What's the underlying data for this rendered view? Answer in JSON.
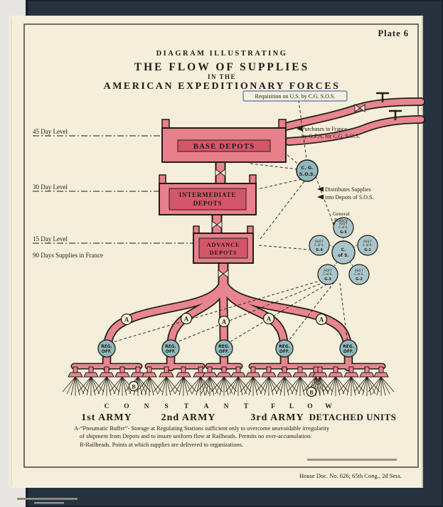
{
  "page": {
    "plate": "Plate 6",
    "doc_ref": "House Doc. No. 626;  65th Cong., 2d Sess."
  },
  "title": {
    "l1": "DIAGRAM ILLUSTRATING",
    "l2": "THE FLOW OF SUPPLIES",
    "l3": "IN THE",
    "l4": "AMERICAN EXPEDITIONARY FORCES"
  },
  "labels": {
    "requisition": "Requisition on U.S. by C.G. S.O.S.",
    "purchases1": "Purchases in France",
    "purchases2": "by G.P.A. for C.G. S.O.S.",
    "level45": "45 Day Level",
    "level30": "30 Day Level",
    "level15": "15 Day Level",
    "supplies90": "90 Days Supplies in France",
    "distributes1": "Distributes Supplies",
    "distributes2": "into Depots of S.O.S.",
    "policy1": "General",
    "policy2": "Policy"
  },
  "depots": {
    "base": "BASE DEPOTS",
    "intermediate1": "INTERMEDIATE",
    "intermediate2": "DEPOTS",
    "advance1": "ADVANCE",
    "advance2": "DEPOTS"
  },
  "cg": {
    "l1": "C. G.",
    "l2": "S.O.S."
  },
  "staff": {
    "center1": "C.",
    "center2": "of S.",
    "satellites": [
      {
        "l1": "ASS'T",
        "l2": "C.of S.",
        "l3": "G-5"
      },
      {
        "l1": "ASS'T",
        "l2": "C.of S.",
        "l3": "G-1"
      },
      {
        "l1": "ASS'T",
        "l2": "C.of S.",
        "l3": "G-2"
      },
      {
        "l1": "ASS'T",
        "l2": "C.of S.",
        "l3": "G-3"
      },
      {
        "l1": "ASS'T",
        "l2": "C.of S.",
        "l3": "G-4"
      }
    ]
  },
  "stations": {
    "reg1": "REG.",
    "reg2": "OFF.",
    "buffer": "A",
    "railhead": "B"
  },
  "flow_letters": [
    "C",
    "O",
    "N",
    "S",
    "T",
    "A",
    "N",
    "T",
    "F",
    "L",
    "O",
    "W"
  ],
  "armies": [
    "1st ARMY",
    "2nd ARMY",
    "3rd ARMY",
    "DETACHED UNITS"
  ],
  "footnotes": {
    "a1": "A-“Pneumatic Buffer”- Storage at Regulating Stations sufficient only to overcome unavoidable irregularity",
    "a2": "of shipment from Depots and to insure uniform flow at Railheads.  Permits no over-accumulation.",
    "b": "B-Railheads.  Points at which supplies are delivered to organizations."
  },
  "colors": {
    "pipe_pink": "#e98590",
    "tank_pink": "#e8808c",
    "band_red": "#d4566a",
    "teal": "#8fb9bd",
    "page_cream": "#f4eedb",
    "cover_navy": "#273240",
    "accent_blue": "#4a72b8",
    "ink": "#221c16"
  }
}
